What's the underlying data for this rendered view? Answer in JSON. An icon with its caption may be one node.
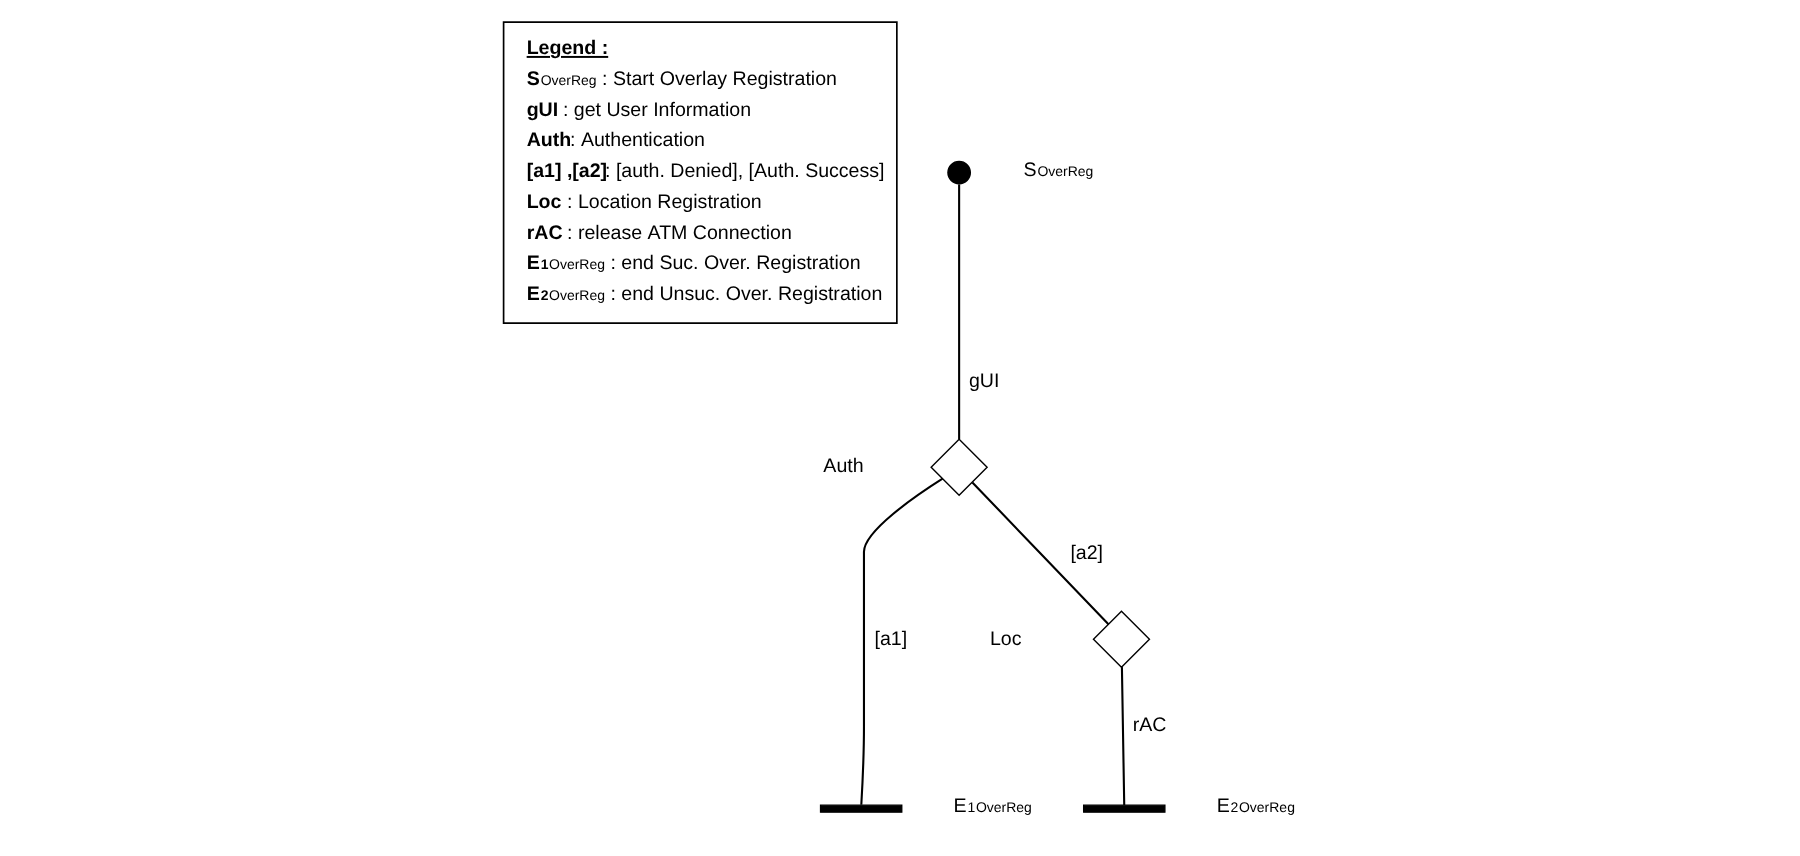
{
  "diagram": {
    "nodes": [
      {
        "text": [
          "Legend :",
          "**S**$_{OverReg}$ : Start Overlay Registration",
          "**gUI** : get User Information",
          "**Auth**: Authentication",
          "**[a1] ,[a2]**: [auth. Denied], [Auth. Success]",
          "**Loc** : Location Registration",
          "**rAC** : release ATM Connection",
          "**E$^{1}$**$_{OverReg}$ : end Suc. Over. Registration",
          "**E$^{2}$**$_{OverReg}$ : end Unsuc. Over. Registration"
        ]
      },
      {
        "text": [],
        "shape": "circle",
        "beside": [
          "S$_{OverReg}$"
        ]
      },
      {
        "text": [],
        "shape": "diamond",
        "beside": [
          "Auth"
        ]
      },
      {
        "text": [],
        "shape": "bar",
        "beside": [
          "E$^{1}$$_{OverReg}$"
        ]
      },
      {
        "text": [],
        "shape": "diamond",
        "beside": [
          "Loc"
        ]
      },
      {
        "text": [],
        "shape": "bar",
        "beside": [
          "E$^{2}$$_{OverReg}$"
        ]
      }
    ],
    "edges": [
      {
        "from": 1,
        "to": 2,
        "arrow": "none",
        "label": "gUI"
      },
      {
        "from": 2,
        "to": 3,
        "arrow": "none",
        "label": "[a1]"
      },
      {
        "from": 2,
        "to": 4,
        "arrow": "none",
        "label": "[a2]"
      },
      {
        "from": 4,
        "to": 5,
        "arrow": "none",
        "label": "rAC"
      }
    ]
  }
}
